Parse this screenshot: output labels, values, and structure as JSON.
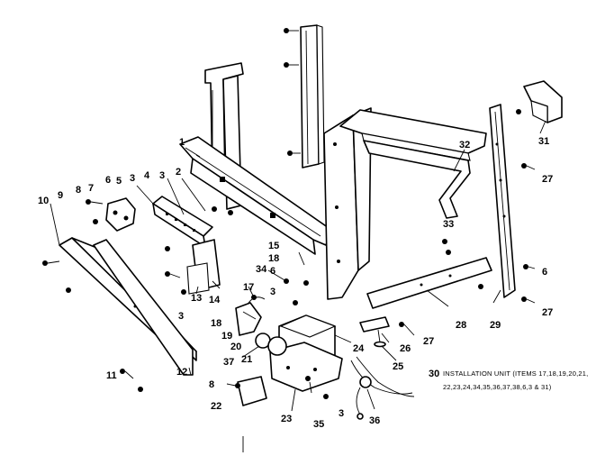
{
  "callouts": {
    "c1": "1",
    "c2": "2",
    "c3a": "3",
    "c3b": "3",
    "c3c": "3",
    "c3d": "3",
    "c3e": "3",
    "c4": "4",
    "c5": "5",
    "c6a": "6",
    "c6b": "6",
    "c6c": "6",
    "c7": "7",
    "c8a": "8",
    "c8b": "8",
    "c9": "9",
    "c10": "10",
    "c11": "11",
    "c12": "12",
    "c13": "13",
    "c14": "14",
    "c15": "15",
    "c17": "17",
    "c18a": "18",
    "c18b": "18",
    "c19": "19",
    "c20": "20",
    "c21": "21",
    "c22": "22",
    "c23": "23",
    "c24": "24",
    "c25": "25",
    "c26": "26",
    "c27a": "27",
    "c27b": "27",
    "c27c": "27",
    "c28": "28",
    "c29": "29",
    "c31": "31",
    "c32": "32",
    "c33": "33",
    "c34": "34",
    "c35": "35",
    "c36": "36",
    "c37": "37"
  },
  "note": {
    "number": "30",
    "line1": "INSTALLATION UNIT (ITEMS 17,18,19,20,21,",
    "line2": "22,23,24,34,35,36,37,38,6,3 & 31)"
  }
}
